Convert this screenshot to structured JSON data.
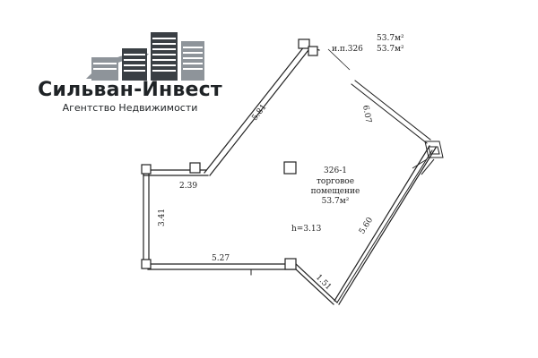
{
  "logo": {
    "name": "Сильван-Инвест",
    "subtitle": "Агентство Недвижимости"
  },
  "plan": {
    "room_id": "326-1",
    "room_type_line1": "торговое",
    "room_type_line2": "помещение",
    "room_area": "53.7м²",
    "ceiling_height": "h=3.13",
    "area_total_1": "53.7м²",
    "area_total_2": "53.7м²",
    "building_ref": "и.п.326",
    "dimensions": {
      "d_5_81": "5.81",
      "d_6_07": "6.07",
      "d_2_39": "2.39",
      "d_3_41": "3.41",
      "d_5_27": "5.27",
      "d_5_60": "5.60",
      "d_1_51": "1.51"
    }
  },
  "colors": {
    "ink": "#1f2326",
    "logo_dark": "#3a3f44",
    "logo_light": "#8e949a",
    "wall": "#222222"
  }
}
